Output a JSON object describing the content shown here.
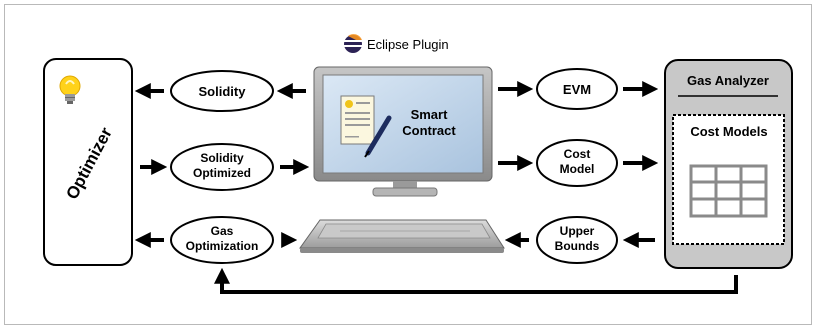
{
  "header": {
    "plugin_label": "Eclipse Plugin",
    "plugin_icon": "eclipse-icon"
  },
  "optimizer": {
    "label": "Optimizer",
    "icon": "lightbulb-icon"
  },
  "left_column": {
    "solidity": "Solidity",
    "solidity_optimized": [
      "Solidity",
      "Optimized"
    ],
    "gas_optimization": [
      "Gas",
      "Optimization"
    ]
  },
  "computer": {
    "screen_label": [
      "Smart",
      "Contract"
    ],
    "document_icon": "contract-document-icon"
  },
  "right_column": {
    "evm": "EVM",
    "cost_model": [
      "Cost",
      "Model"
    ],
    "upper_bounds": [
      "Upper",
      "Bounds"
    ]
  },
  "gas_analyzer": {
    "title": "Gas Analyzer",
    "cost_models_label": "Cost Models",
    "table_icon": "grid-table-icon"
  },
  "colors": {
    "background": "#ffffff",
    "analyzer_fill": "#c8c8c8",
    "screen_fill": "#c7dbee",
    "bulb": "#ffd21a"
  }
}
